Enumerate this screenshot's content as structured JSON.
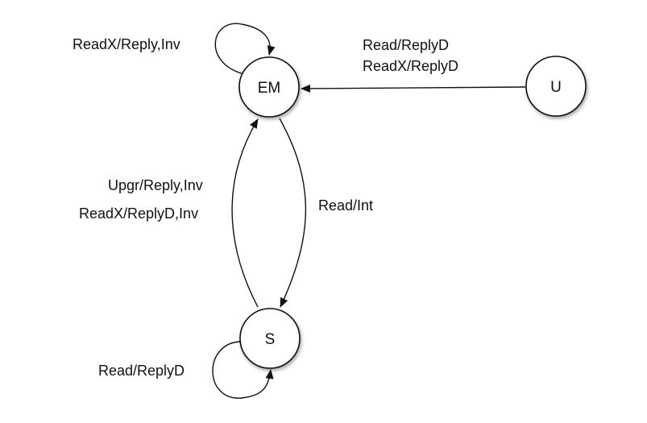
{
  "diagram": {
    "states": {
      "em": "EM",
      "u": "U",
      "s": "S"
    },
    "transitions": {
      "em_self": "ReadX/Reply,Inv",
      "u_to_em_line1": "Read/ReplyD",
      "u_to_em_line2": "ReadX/ReplyD",
      "s_to_em_line1": "Upgr/Reply,Inv",
      "s_to_em_line2": "ReadX/ReplyD,Inv",
      "em_to_s": "Read/Int",
      "s_self": "Read/ReplyD"
    }
  }
}
